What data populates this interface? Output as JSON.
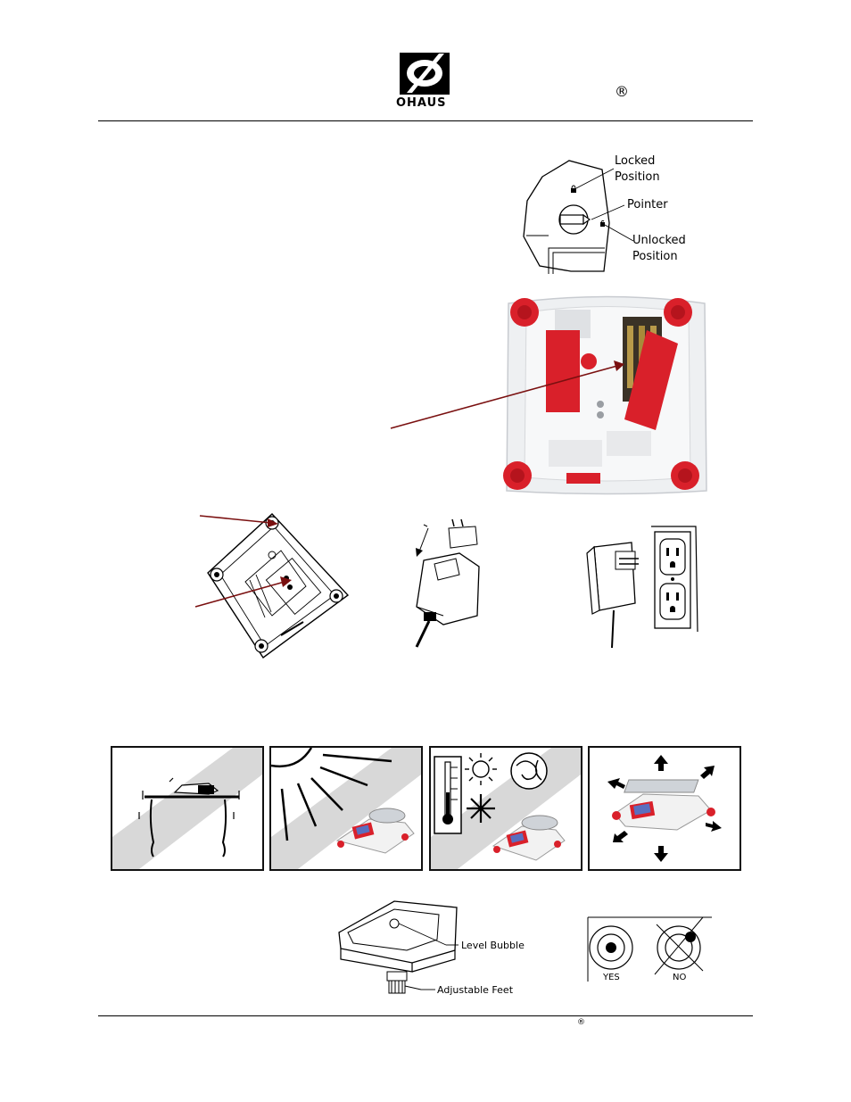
{
  "header": {
    "logo_text": "OHAUS",
    "registered_mark": "®"
  },
  "lock_diagram": {
    "locked_label_1": "Locked",
    "locked_label_2": "Position",
    "pointer_label": "Pointer",
    "unlocked_label_1": "Unlocked",
    "unlocked_label_2": "Position"
  },
  "leveling": {
    "level_bubble_label": "Level Bubble",
    "adjustable_feet_label": "Adjustable Feet",
    "yes_label": "YES",
    "no_label": "NO"
  },
  "footer": {
    "registered_mark": "®"
  },
  "colors": {
    "accent_red": "#d9202a",
    "arrow_dark_red": "#7a1010",
    "stripe_gray": "#d8d8d8"
  }
}
